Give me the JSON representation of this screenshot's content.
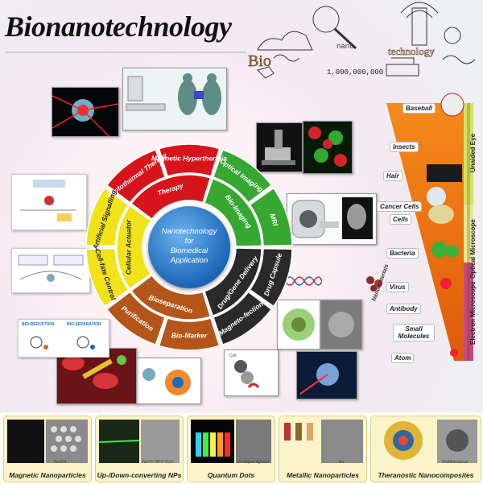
{
  "title": "Bionanotechnology",
  "sketch": {
    "bio": "Bio",
    "nano": "nano",
    "technology": "technology",
    "insects_count": "1,000,000,000"
  },
  "wheel": {
    "center_lines": [
      "Nanotechnology",
      "for",
      "Biomedical",
      "Application"
    ],
    "outer": [
      {
        "label": "Photothermal Therapy",
        "color": "#d7141c"
      },
      {
        "label": "Magnetic Hyperthermia",
        "color": "#d7141c"
      },
      {
        "label": "Optical Imaging",
        "color": "#36a832"
      },
      {
        "label": "MRI",
        "color": "#36a832"
      },
      {
        "label": "Drug Capsule",
        "color": "#2a2a2a"
      },
      {
        "label": "Magneto-fection",
        "color": "#2a2a2a"
      },
      {
        "label": "Bio-Marker",
        "color": "#b4561a"
      },
      {
        "label": "Purification",
        "color": "#b4561a"
      },
      {
        "label": "Cell-fate Control",
        "color": "#f1e21a"
      },
      {
        "label": "Artificial Signalling",
        "color": "#f1e21a"
      }
    ],
    "inner": [
      {
        "label": "Therapy",
        "color": "#d7141c"
      },
      {
        "label": "Bio-Imaging",
        "color": "#36a832"
      },
      {
        "label": "Drug/Gene Delivery",
        "color": "#2a2a2a"
      },
      {
        "label": "Bioseparation",
        "color": "#b4561a"
      },
      {
        "label": "Cellular Actuator",
        "color": "#f1e21a"
      }
    ]
  },
  "scale": {
    "items": [
      "Baseball",
      "Insects",
      "Hair",
      "Cancer Cells",
      "Cells",
      "Bacteria",
      "Virus",
      "Antibody",
      "Small Molecules",
      "Atom"
    ],
    "bands": [
      "Unaided Eye",
      "Optical Microscope",
      "Electron Microscope"
    ],
    "nanomaterials": "Nanomaterials"
  },
  "side_labels": {
    "bio_reduction": "BIO-REDUCTION",
    "bio_separation": "BIO-SEPARATION",
    "cell": "Cell"
  },
  "bottom": [
    {
      "title": "Magnetic Nanoparticles",
      "formula": "Fe3O4"
    },
    {
      "title": "Up-/Down-converting NPs",
      "formula": "NaY0.78F4:Yb,Er"
    },
    {
      "title": "Quantum Dots",
      "formula": "Zn-doped AgInS2"
    },
    {
      "title": "Metallic Nanoparticles",
      "formula": "Au"
    },
    {
      "title": "Theranostic Nanocomposites",
      "formula": "Multifunctional"
    }
  ]
}
